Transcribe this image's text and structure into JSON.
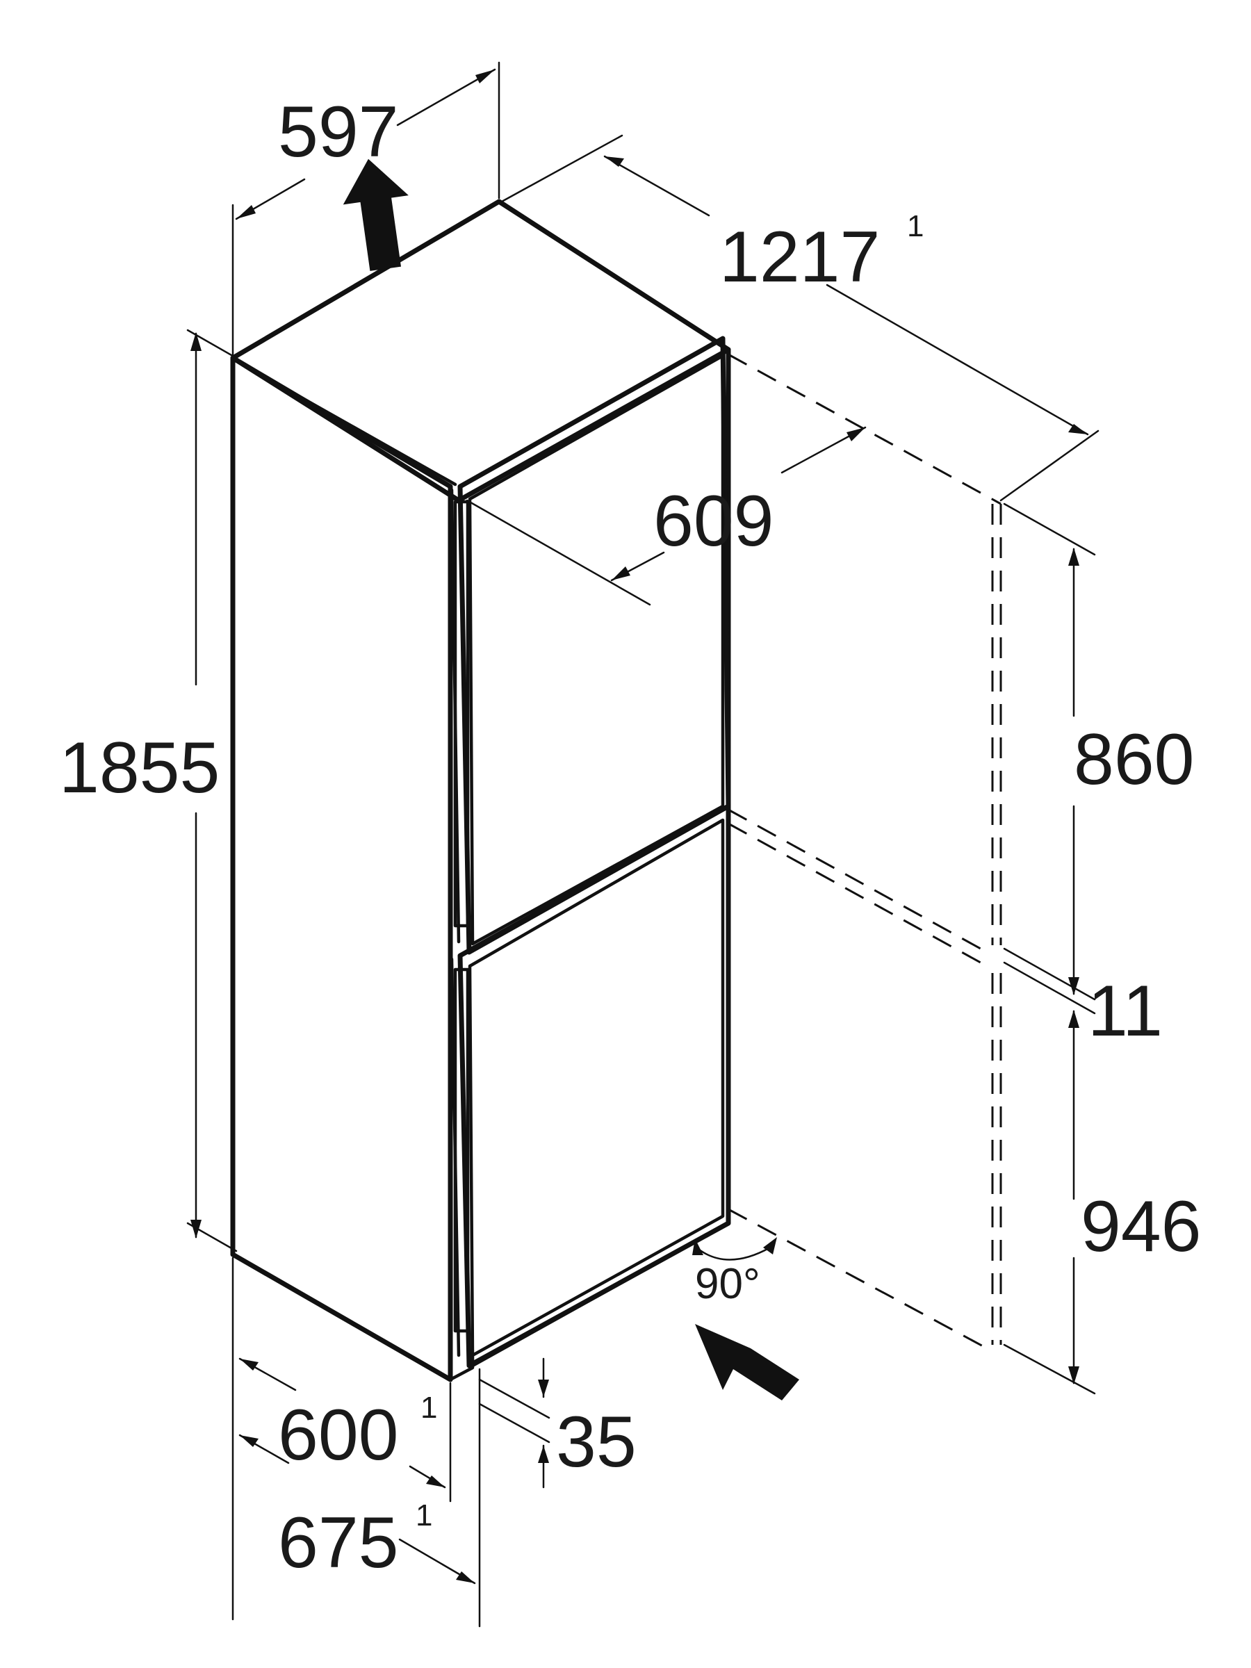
{
  "dimensions": {
    "width": "597",
    "door_open_depth": "1217",
    "door_open_depth_note": "1",
    "door_width": "609",
    "height": "1855",
    "upper_door_height": "860",
    "door_gap": "11",
    "lower_door_height": "946",
    "depth_body": "600",
    "depth_body_note": "1",
    "depth_total": "675",
    "depth_total_note": "1",
    "plinth_height": "35",
    "door_angle": "90°"
  }
}
